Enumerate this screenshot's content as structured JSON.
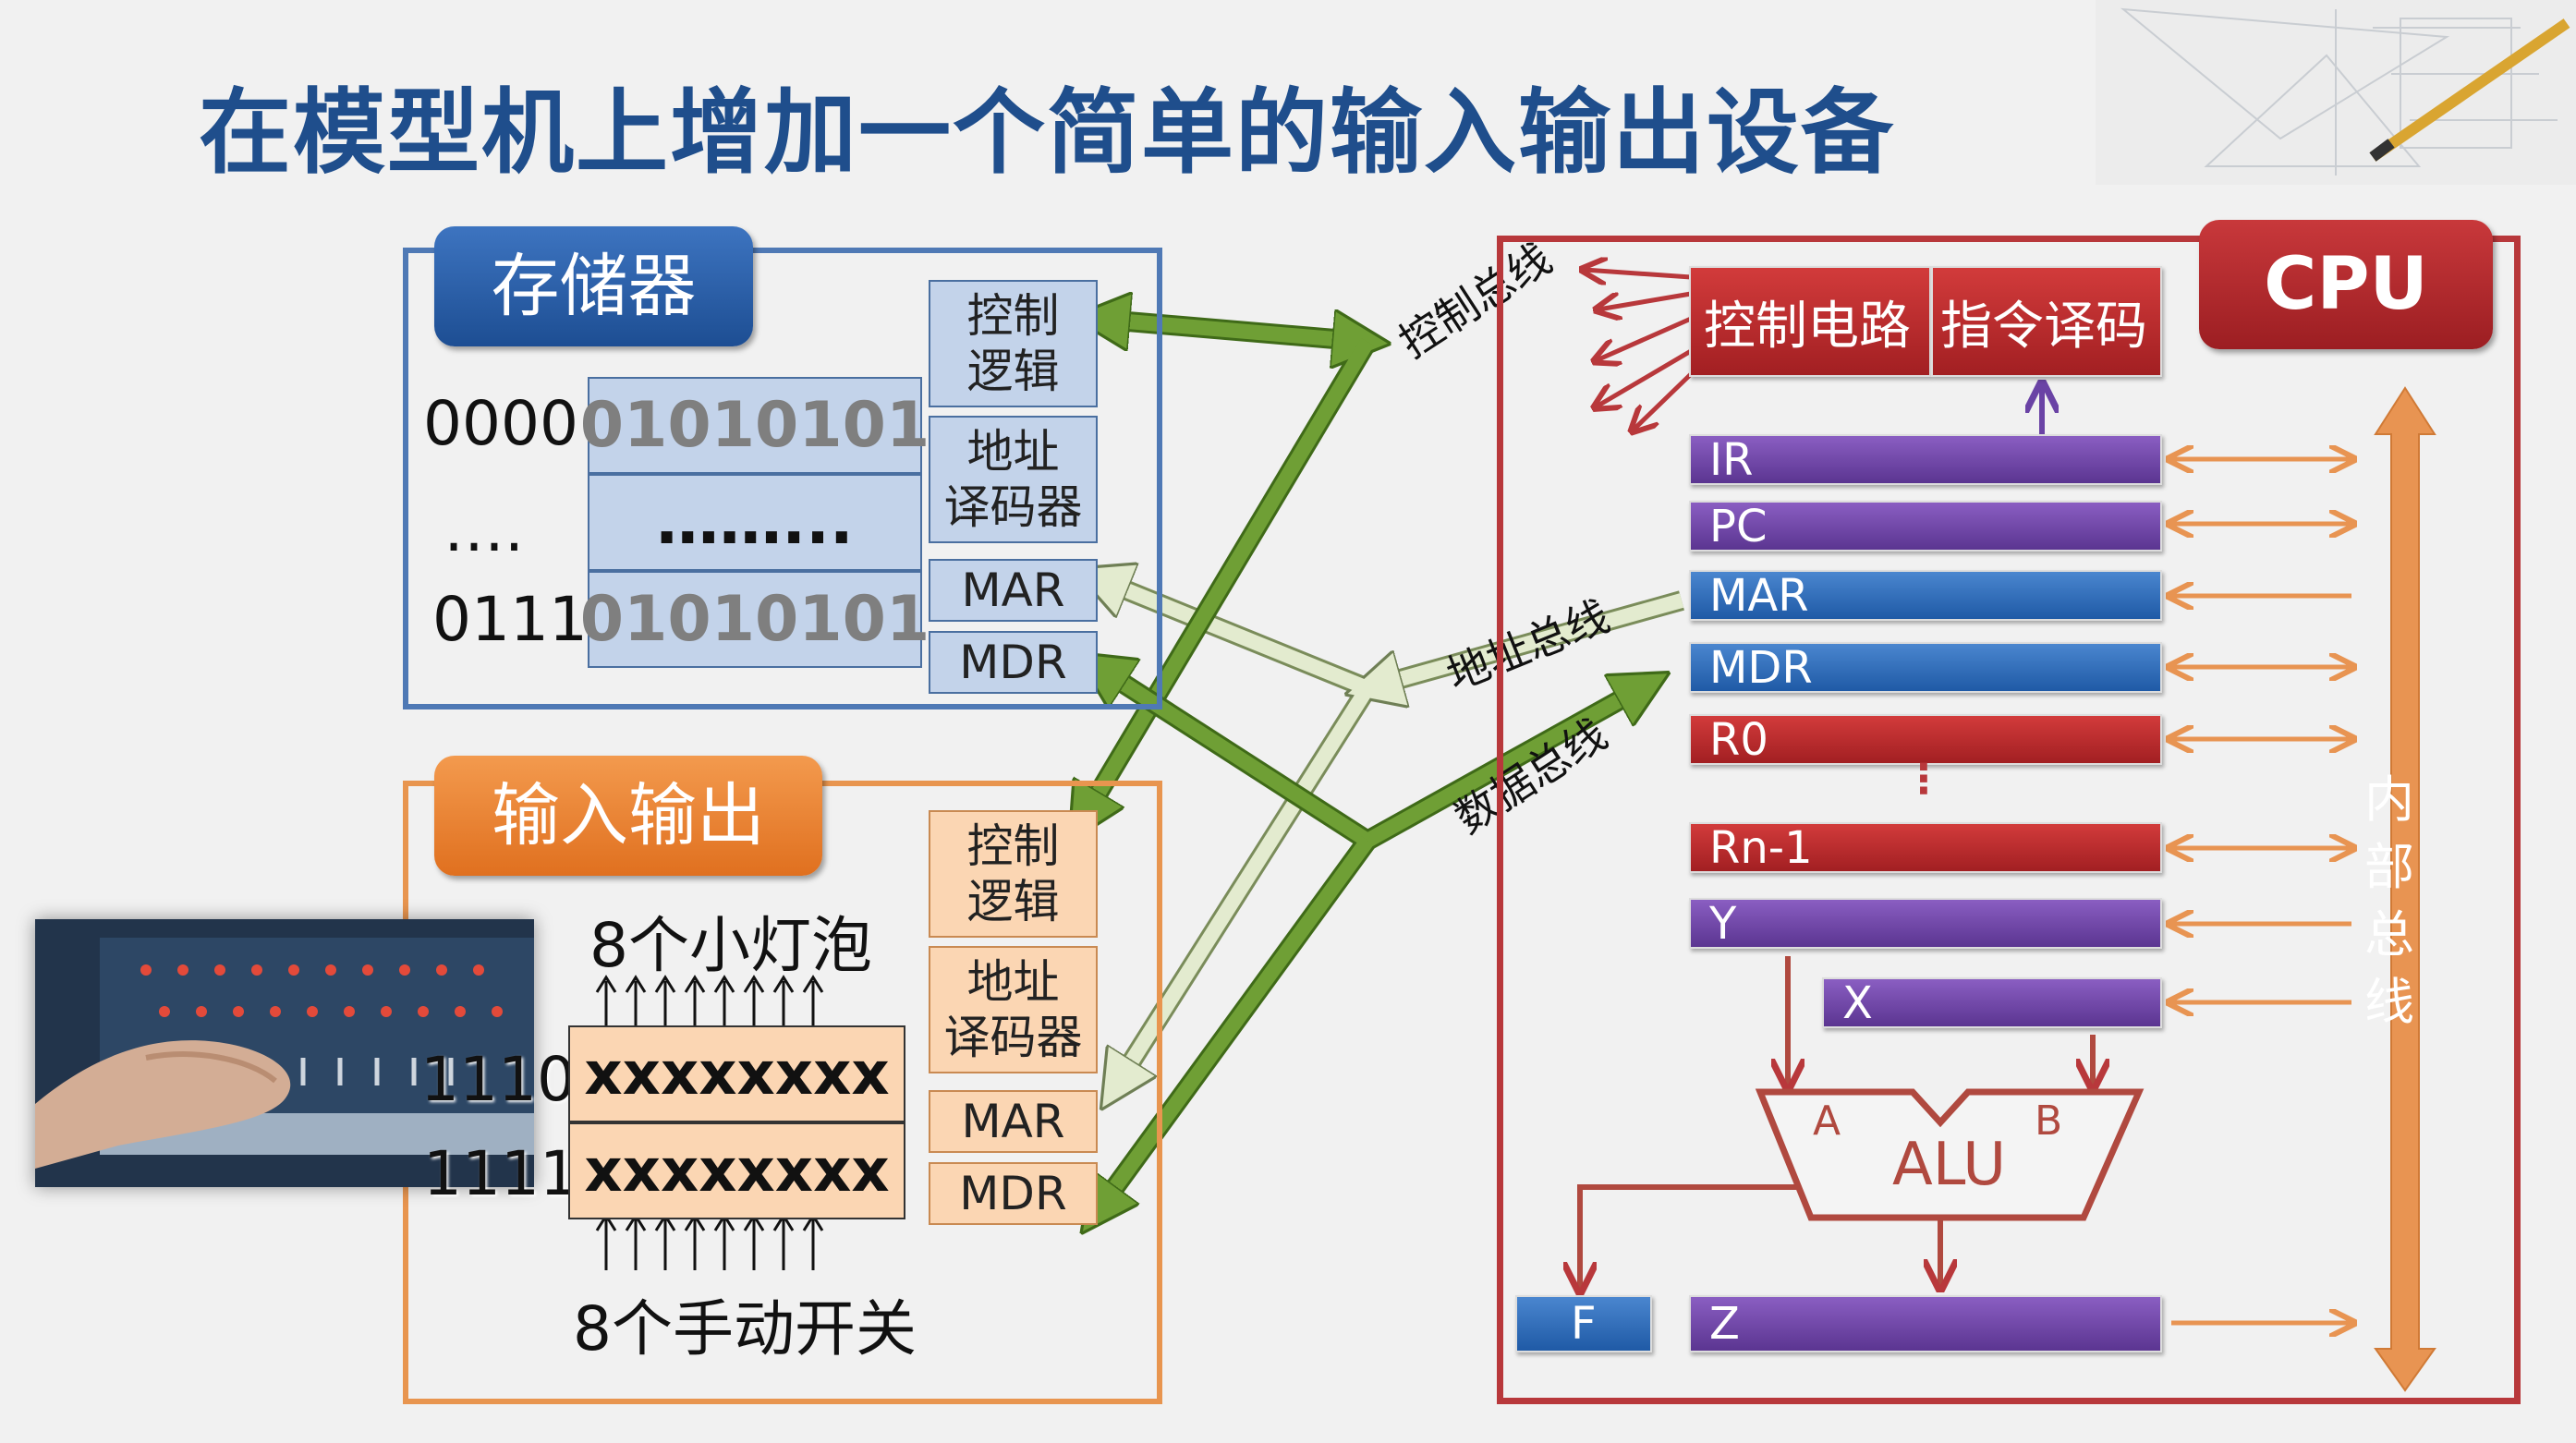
{
  "title": "在模型机上增加一个简单的输入输出设备",
  "memory": {
    "tab_label": "存储器",
    "rows": [
      {
        "addr": "0000",
        "word": "01010101"
      },
      {
        "addr": "….",
        "word": "……..."
      },
      {
        "addr": "0111",
        "word": "01010101"
      }
    ],
    "side_cells": [
      "控制\n逻辑",
      "地址\n译码器",
      "MAR",
      "MDR"
    ]
  },
  "io": {
    "tab_label": "输入输出",
    "top_label": "8个小灯泡",
    "bottom_label": "8个手动开关",
    "rows": [
      {
        "addr": "1110",
        "word": "xxxxxxxx"
      },
      {
        "addr": "1111",
        "word": "xxxxxxxx"
      }
    ],
    "side_cells": [
      "控制\n逻辑",
      "地址\n译码器",
      "MAR",
      "MDR"
    ]
  },
  "buses": {
    "control": "控制总线",
    "address": "地址总线",
    "data": "数据总线"
  },
  "cpu": {
    "tab_label": "CPU",
    "control_circuit": "控制电路",
    "instruction_decode": "指令译码",
    "registers": {
      "ir": "IR",
      "pc": "PC",
      "mar": "MAR",
      "mdr": "MDR",
      "r0": "R0",
      "ellipsis": "⋮",
      "rn1": "Rn-1",
      "y": "Y",
      "x": "X",
      "f": "F",
      "z": "Z"
    },
    "alu": {
      "label": "ALU",
      "a": "A",
      "b": "B"
    },
    "internal_bus": "内\n部\n总\n线"
  },
  "colors": {
    "title": "#1f4e8c",
    "memory_border": "#4f79b5",
    "io_border": "#e8954f",
    "cpu_border": "#b8383b",
    "bus_green": "#6f9f35",
    "bus_lightgreen": "#dfe8c8",
    "internal_bus": "#e89452",
    "register_purple": "#6a43a5",
    "register_blue": "#2b66b2",
    "register_red": "#b82a2c"
  },
  "photo": {
    "description_icon": "altair-front-panel-photo"
  }
}
